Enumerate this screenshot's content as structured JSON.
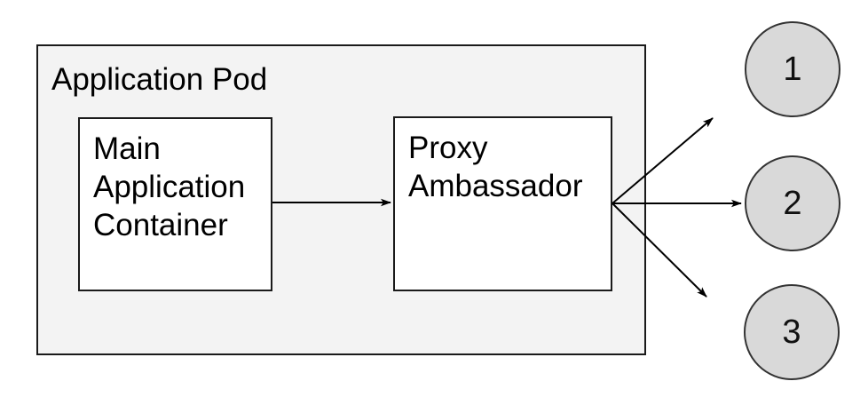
{
  "diagram": {
    "pod": {
      "label": "Application Pod"
    },
    "nodes": {
      "main_container": {
        "label": "Main\nApplication\nContainer"
      },
      "proxy_ambassador": {
        "label": "Proxy\nAmbassador"
      }
    },
    "endpoints": [
      {
        "label": "1"
      },
      {
        "label": "2"
      },
      {
        "label": "3"
      }
    ],
    "connections": [
      {
        "from": "main_container",
        "to": "proxy_ambassador"
      },
      {
        "from": "proxy_ambassador",
        "to": "endpoint-1"
      },
      {
        "from": "proxy_ambassador",
        "to": "endpoint-2"
      },
      {
        "from": "proxy_ambassador",
        "to": "endpoint-3"
      }
    ],
    "colors": {
      "pod_fill": "#f3f3f3",
      "node_fill": "#ffffff",
      "endpoint_fill": "#d9d9d9",
      "border": "#1a1a1a",
      "arrow": "#000000",
      "text": "#000000"
    }
  }
}
